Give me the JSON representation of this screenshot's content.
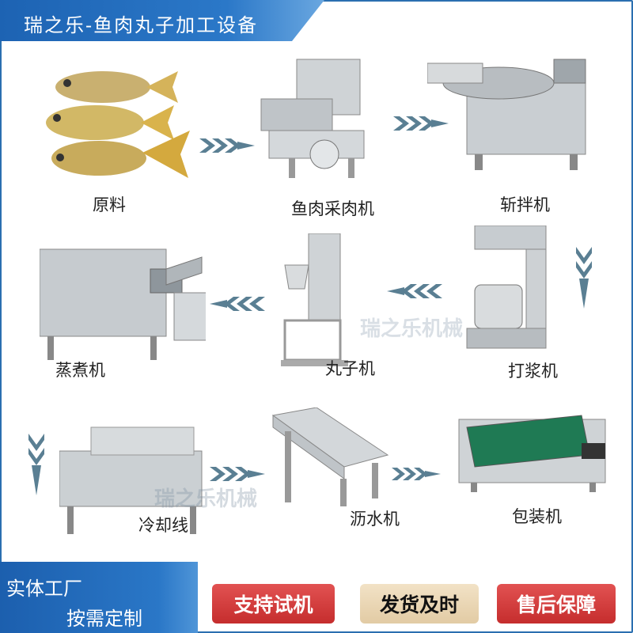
{
  "title": "瑞之乐-鱼肉丸子加工设备",
  "steps": [
    {
      "label": "原料",
      "icon": "fish-image"
    },
    {
      "label": "鱼肉采肉机",
      "icon": "meat-picker-machine-image"
    },
    {
      "label": "斩拌机",
      "icon": "chopper-mixer-machine-image"
    },
    {
      "label": "打浆机",
      "icon": "beater-machine-image"
    },
    {
      "label": "丸子机",
      "icon": "ball-forming-machine-image"
    },
    {
      "label": "蒸煮机",
      "icon": "cooking-machine-image"
    },
    {
      "label": "冷却线",
      "icon": "cooling-line-image"
    },
    {
      "label": "沥水机",
      "icon": "draining-machine-image"
    },
    {
      "label": "包装机",
      "icon": "packaging-machine-image"
    }
  ],
  "watermarks": [
    "瑞之乐机械",
    "瑞之乐机械"
  ],
  "footer": {
    "badge_line1": "实体工厂",
    "badge_line2": "按需定制",
    "pills": [
      "支持试机",
      "发货及时",
      "售后保障"
    ]
  },
  "colors": {
    "brand_blue": "#2a6fb0",
    "arrow": "#5a7f93",
    "pill_red": "#d03a3a",
    "pill_beige": "#ead6b4"
  }
}
